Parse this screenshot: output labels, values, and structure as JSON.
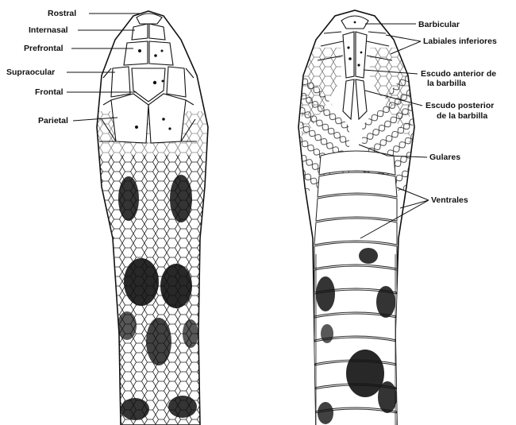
{
  "dorsal_view": {
    "labels": {
      "rostral": "Rostral",
      "internasal": "Internasal",
      "prefrontal": "Prefrontal",
      "supraocular": "Supraocular",
      "frontal": "Frontal",
      "parietal": "Parietal"
    }
  },
  "ventral_view": {
    "labels": {
      "barbicular": "Barbicular",
      "labiales_inferiores": "Labiales inferiores",
      "escudo_anterior_1": "Escudo anterior de",
      "escudo_anterior_2": "la barbilla",
      "escudo_posterior_1": "Escudo posterior",
      "escudo_posterior_2": "de la barbilla",
      "gulares": "Gulares",
      "ventrales": "Ventrales"
    }
  },
  "colors": {
    "ink": "#111111",
    "paper": "#ffffff"
  }
}
